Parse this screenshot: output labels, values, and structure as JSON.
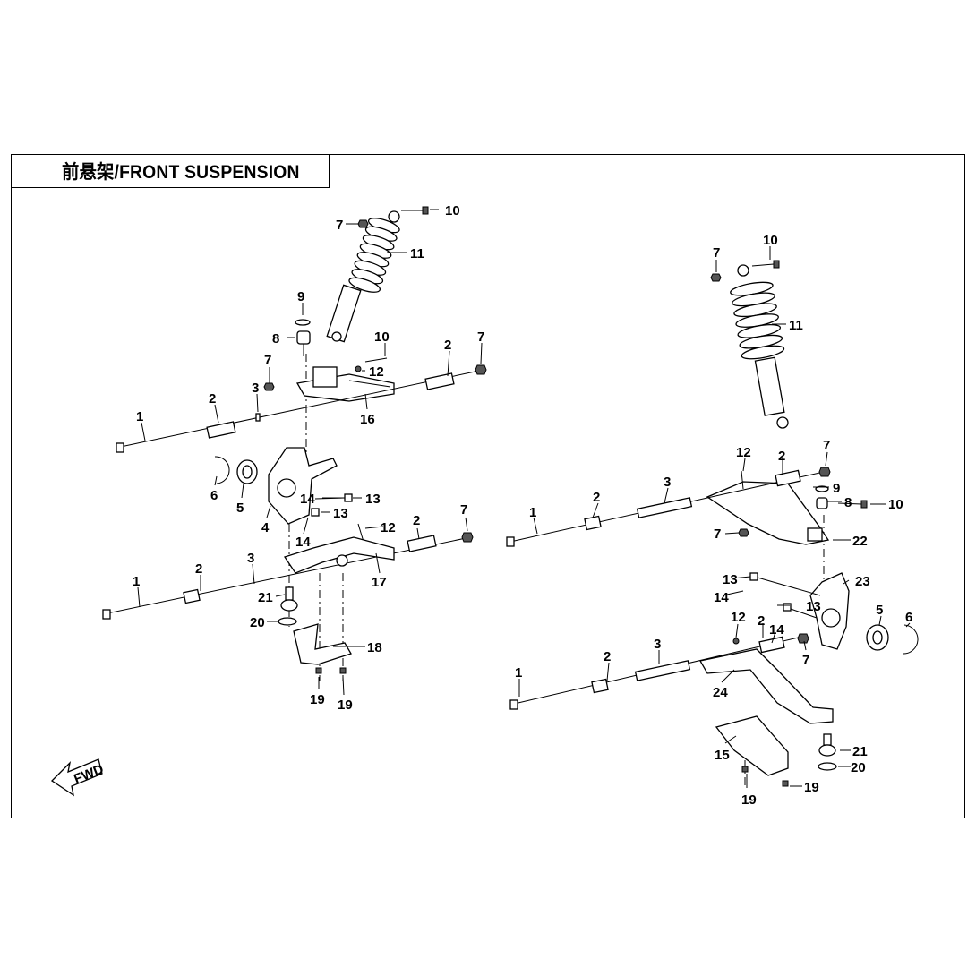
{
  "title": "前悬架/FRONT SUSPENSION",
  "fwd_label": "FWD",
  "callouts": {
    "c1": "1",
    "c2": "2",
    "c3": "3",
    "c4": "4",
    "c5": "5",
    "c6": "6",
    "c7": "7",
    "c8": "8",
    "c9": "9",
    "c10": "10",
    "c11": "11",
    "c12": "12",
    "c13": "13",
    "c14": "14",
    "c15": "15",
    "c16": "16",
    "c17": "17",
    "c18": "18",
    "c19": "19",
    "c20": "20",
    "c21": "21",
    "c22": "22",
    "c23": "23",
    "c24": "24"
  }
}
